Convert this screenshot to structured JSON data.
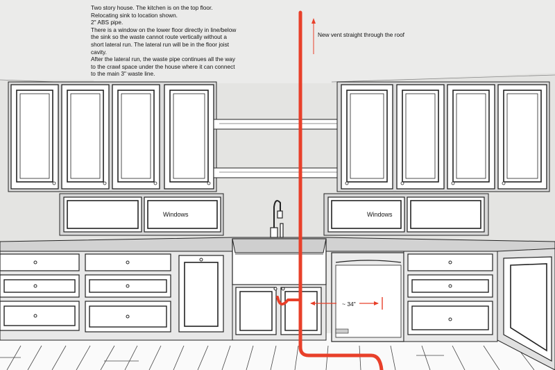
{
  "notes": {
    "line1": "Two story house. The kitchen is on the top floor.",
    "line2": "Relocating sink to location shown.",
    "line3": "2\" ABS pipe.",
    "line4": "There is a window on the lower floor directly in line/below the sink so the waste cannot route vertically without a short lateral run. The lateral run will be in the floor joist cavity.",
    "line5": "After the lateral run, the waste pipe continues all the way to the crawl space under the house where it can connect to the main 3\" waste line."
  },
  "annotations": {
    "vent": "New vent straight through the roof",
    "window_left": "Windows",
    "window_right": "Windows",
    "dimension": "~ 34\""
  },
  "colors": {
    "pipe": "#e8402a",
    "wall": "#e4e4e2",
    "ceiling": "#ebebea",
    "cabinet": "#ffffff",
    "outline": "#222222"
  }
}
